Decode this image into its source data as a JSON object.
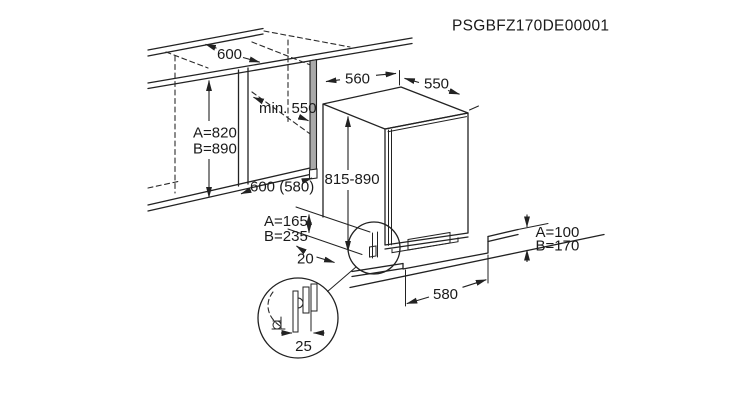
{
  "part_number": "PSGBFZ170DE00001",
  "dims": {
    "counter_depth": "600",
    "fridge_depth": "560",
    "fridge_width": "550",
    "niche_depth_min": "min. 550",
    "niche_height_a": "A=820",
    "niche_height_b": "B=890",
    "niche_floor_depth": "600 (580)",
    "appliance_height": "815-890",
    "recess_height_a": "A=165",
    "recess_height_b": "B=235",
    "plinth_setback": "20",
    "plinth_cutout_width": "580",
    "plinth_clearance_a": "A=100",
    "plinth_clearance_b": "B=170",
    "door_plinth_gap": "25"
  }
}
